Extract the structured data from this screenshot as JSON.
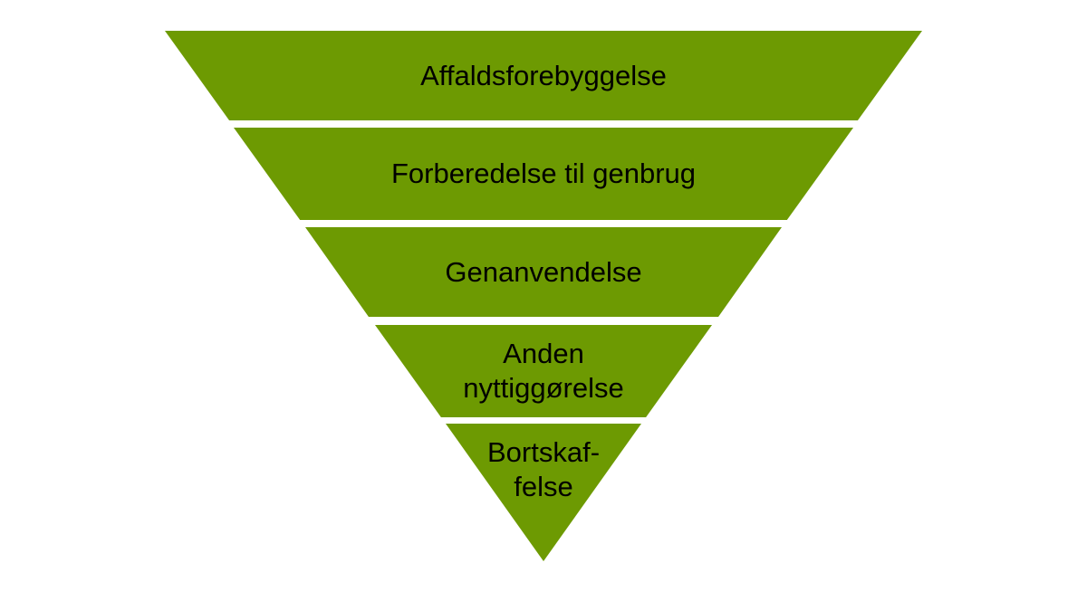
{
  "diagram": {
    "type": "inverted-pyramid",
    "subject": "waste-hierarchy",
    "background_color": "#ffffff",
    "level_fill_color": "#6d9a02",
    "label_text_color": "#000000",
    "levels": [
      {
        "label": "Affaldsforebyggelse",
        "lines": [
          "Affaldsforebyggelse"
        ]
      },
      {
        "label": "Forberedelse til genbrug",
        "lines": [
          "Forberedelse til genbrug"
        ]
      },
      {
        "label": "Genanvendelse",
        "lines": [
          "Genanvendelse"
        ]
      },
      {
        "label": "Anden nyttiggørelse",
        "lines": [
          "Anden",
          "nyttiggørelse"
        ]
      },
      {
        "label": "Bortskaffelse",
        "lines": [
          "Bortskaf-",
          "felse"
        ]
      }
    ]
  }
}
